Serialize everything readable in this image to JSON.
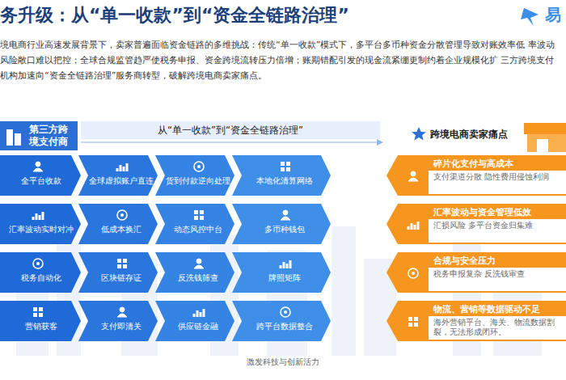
{
  "diagram": {
    "title": "务升级：从“单一收款”到“资金全链路治理”",
    "nodes": [
      {
        "text": [
          "第三方跨境支付商"
        ]
      },
      {
        "text": [
          "从“单一收款”到“资金全链路治理”"
        ]
      },
      {
        "text": [
          "全平台收款"
        ]
      },
      {
        "text": [
          "全球虚拟账户直连"
        ]
      },
      {
        "text": [
          "货到付款逆向处理"
        ]
      },
      {
        "text": [
          "本地化清算网络"
        ]
      },
      {
        "text": [
          "碎片化支付与高成本"
        ]
      },
      {
        "text": [
          "支付渠道分散 隐性费用侵蚀利润"
        ],
        "in": 6
      },
      {
        "text": [
          "汇率波动实时对冲"
        ]
      },
      {
        "text": [
          "低成本换汇"
        ]
      },
      {
        "text": [
          "动态风控中台"
        ]
      },
      {
        "text": [
          "多币种钱包"
        ]
      },
      {
        "text": [
          "汇率波动与资金管理低效"
        ]
      },
      {
        "text": [
          "汇损风险 多平台资金归集难"
        ],
        "in": 12
      },
      {
        "text": [
          "税务自动化"
        ]
      },
      {
        "text": [
          "区块链存证"
        ]
      },
      {
        "text": [
          "反洗钱筛查"
        ]
      },
      {
        "text": [
          "牌照矩阵"
        ]
      },
      {
        "text": [
          "合规与安全压力"
        ]
      },
      {
        "text": [
          "税务申报复杂 反洗钱审查"
        ],
        "in": 18
      },
      {
        "text": [
          "营销获客"
        ]
      },
      {
        "text": [
          "支付即清关"
        ]
      },
      {
        "text": [
          "供应链金融"
        ]
      },
      {
        "text": [
          "跨平台数据整合"
        ]
      },
      {
        "text": [
          "物流、营销等数据驱动不足"
        ]
      },
      {
        "text": [
          "海外营销平台、海关、物流数据割裂，无法形成闭环。"
        ],
        "in": 24
      }
    ],
    "labels": [
      "境电商行业高速发展背景下，卖家普遍面临资金链路的多维挑战：传统“单一收款”模式下，多平台多币种资金分散管理导致对账效率低 率波动风险敞口难以把控；全球合规监管趋严使税务申报、资金跨境流转压力倍增；账期错配引发的现金流紧绷更制约着企业规模化扩 三方跨境支付机构加速向“资金全链路治理”服务商转型，破解跨境电商卖家痛点。",
      "跨境电商卖家痛点",
      "易",
      "激发科技与创新活力"
    ]
  }
}
